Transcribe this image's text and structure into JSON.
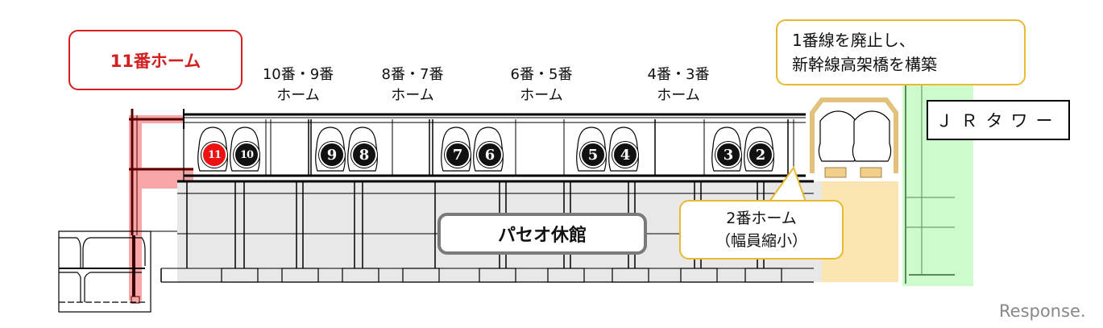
{
  "diagram": {
    "callouts": {
      "platform11": "11番ホーム",
      "shinkansen_line1": "1番線を廃止し、",
      "shinkansen_line2": "新幹線高架橋を構築",
      "jr_tower": "ＪＲタワー",
      "paseo": "パセオ休館",
      "platform2_line1": "2番ホーム",
      "platform2_line2": "（幅員縮小）"
    },
    "platform_labels": [
      {
        "line1": "10番・9番",
        "line2": "ホーム"
      },
      {
        "line1": "8番・7番",
        "line2": "ホーム"
      },
      {
        "line1": "6番・5番",
        "line2": "ホーム"
      },
      {
        "line1": "4番・3番",
        "line2": "ホーム"
      }
    ],
    "tracks": [
      {
        "number": "11",
        "highlight": true
      },
      {
        "number": "10",
        "highlight": false
      },
      {
        "number": "9",
        "highlight": false
      },
      {
        "number": "8",
        "highlight": false
      },
      {
        "number": "7",
        "highlight": false
      },
      {
        "number": "6",
        "highlight": false
      },
      {
        "number": "5",
        "highlight": false
      },
      {
        "number": "4",
        "highlight": false
      },
      {
        "number": "3",
        "highlight": false
      },
      {
        "number": "2",
        "highlight": false
      }
    ],
    "colors": {
      "new_platform_highlight": "#f7a7a7",
      "shinkansen_highlight": "#fbe2a8",
      "jr_tower_highlight": "#ccfccc",
      "basement_fill": "#e8e8e8",
      "red_accent": "#d21f1f",
      "yellow_accent": "#e8b931"
    },
    "watermark": "Response."
  }
}
